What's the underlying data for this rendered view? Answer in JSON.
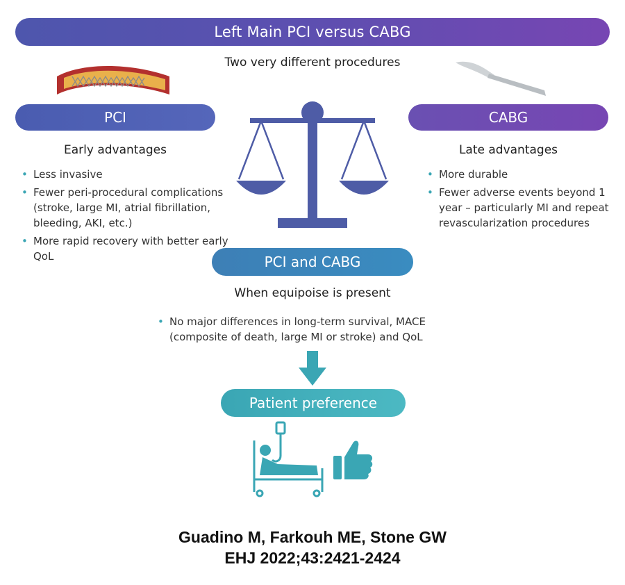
{
  "title": "Left Main PCI versus CABG",
  "subtitle": "Two very different procedures",
  "pci": {
    "label": "PCI",
    "heading": "Early advantages",
    "bullets": [
      "Less invasive",
      "Fewer peri-procedural complications (stroke, large MI, atrial fibrillation, bleeding, AKI, etc.)",
      "More rapid recovery with better early QoL"
    ]
  },
  "cabg": {
    "label": "CABG",
    "heading": "Late advantages",
    "bullets": [
      "More durable",
      "Fewer adverse events beyond 1 year – particularly MI and repeat revascularization procedures"
    ]
  },
  "both": {
    "label": "PCI and CABG",
    "heading": "When equipoise is present",
    "bullets": [
      "No major differences in long-term survival, MACE (composite of death, large MI or stroke) and QoL"
    ]
  },
  "patient": {
    "label": "Patient preference"
  },
  "citation": {
    "line1": "Guadino M, Farkouh ME, Stone GW",
    "line2": "EHJ 2022;43:2421-2424"
  },
  "icons": [
    "stent-icon",
    "scalpel-icon",
    "balance-scale-icon",
    "down-arrow-icon",
    "patient-bed-icon",
    "thumbs-up-icon"
  ],
  "colors": {
    "title_bar": "#5d4fb0",
    "pci": "#4a5cb0",
    "cabg": "#7746b3",
    "both": "#3d7fb6",
    "patient": "#3aa6b4",
    "scale": "#4e5ca6"
  }
}
